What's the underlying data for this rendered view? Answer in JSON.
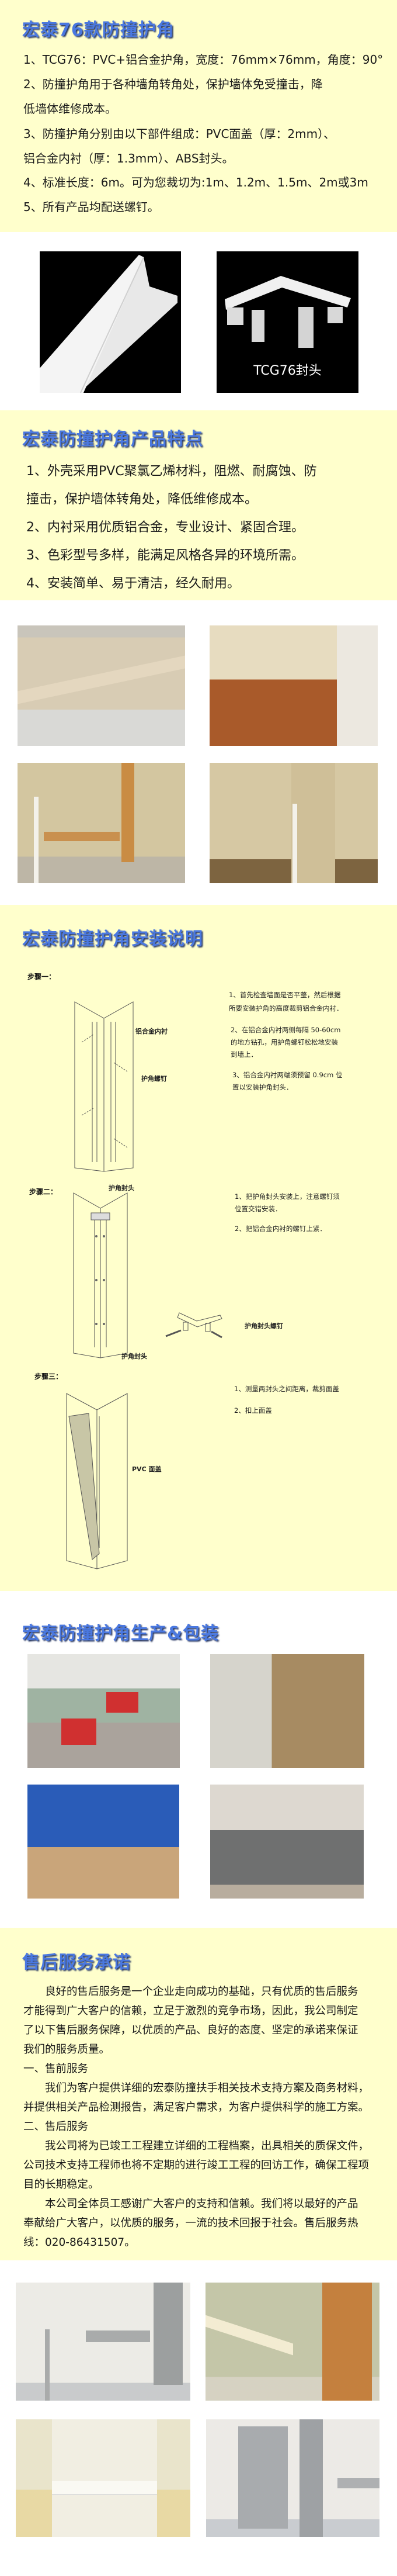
{
  "spec_section": {
    "title": "宏泰76款防撞护角",
    "lines": [
      "1、TCG76：PVC+铝合金护角，宽度：76mm×76mm，角度：90°",
      "2、防撞护角用于各种墙角转角处，保护墙体免受撞击，降",
      "低墙体维修成本。",
      "3、防撞护角分别由以下部件组成：PVC面盖（厚：2mm）、",
      "铝合金内衬（厚：1.3mm）、ABS封头。",
      "4、标准长度：6m。可为您裁切为:1m、1.2m、1.5m、2m或3m",
      "5、所有产品均配送螺钉。"
    ]
  },
  "product_photos": {
    "endcap_caption": "TCG76封头"
  },
  "features_section": {
    "title": "宏泰防撞护角产品特点",
    "lines": [
      "1、外壳采用PVC聚氯乙烯材料，阻燃、耐腐蚀、防",
      "撞击，保护墙体转角处，降低维修成本。",
      "2、内衬采用优质铝合金，专业设计、紧固合理。",
      "3、色彩型号多样，能满足风格各异的环境所需。",
      "4、安装简单、易于清洁，经久耐用。"
    ]
  },
  "install_section": {
    "title": "宏泰防撞护角安装说明",
    "step1": {
      "label": "步骤一：",
      "labels": [
        "铝合金内衬",
        "护角螺钉"
      ],
      "text": [
        "1、首先检查墙面是否平整，然后根据",
        "所要安装护角的高度裁剪铝合金内衬．",
        "2、在铝合金内衬两侧每隔 50-60cm",
        "的地方钻孔，用护角螺钉松松地安装",
        "到墙上．",
        "3、铝合金内衬两端须预留 0.9cm 位",
        "置以安装护角封头．"
      ]
    },
    "step2": {
      "label": "步骤二：",
      "labels": [
        "护角封头",
        "护角封头螺钉",
        "护角封头"
      ],
      "text": [
        "1、把护角封头安装上，注意螺钉须",
        "位置交错安装．",
        "2、把铝合金内衬的螺钉上紧．"
      ]
    },
    "step3": {
      "label": "步骤三：",
      "labels": [
        "PVC 面盖"
      ],
      "text": [
        "1、测量两封头之间距离，裁剪面盖",
        "2、扣上面盖"
      ]
    }
  },
  "production_section": {
    "title": "宏泰防撞护角生产&包装"
  },
  "service_section": {
    "title": "售后服务承诺",
    "lines": [
      "良好的售后服务是一个企业走向成功的基础，只有优质的售后服务",
      "才能得到广大客户的信赖，立足于激烈的竞争市场，因此，我公司制定",
      "了以下售后服务保障，以优质的产品、良好的态度、坚定的承诺来保证",
      "我们的服务质量。",
      "一、售前服务",
      "我们为客户提供详细的宏泰防撞扶手相关技术支持方案及商务材料，",
      "并提供相关产品检测报告，满足客户需求，为客户提供科学的施工方案。",
      "二、售后服务",
      "我公司将为已竣工工程建立详细的工程档案，出具相关的质保文件，",
      "公司技术支持工程师也将不定期的进行竣工工程的回访工作，确保工程项",
      "目的长期稳定。",
      "本公司全体员工感谢广大客户的支持和信赖。我们将以最好的产品",
      "奉献给广大客户，以优质的服务，一流的技术回报于社会。售后服务热",
      "线：020-86431507。"
    ]
  },
  "colors": {
    "background_yellow": "#FFFFCC",
    "title_blue": "#4a78e0"
  }
}
